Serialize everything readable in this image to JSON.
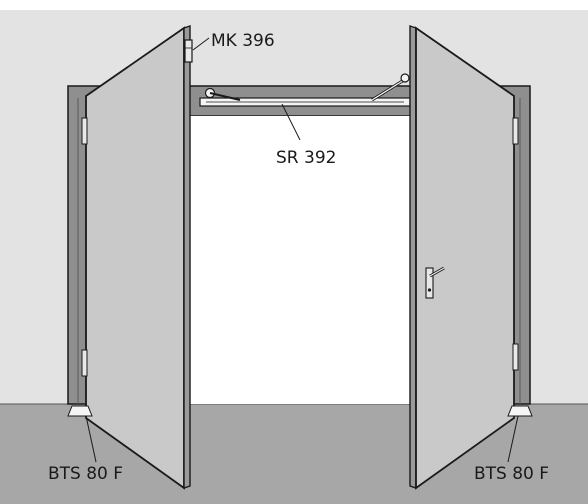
{
  "labels": {
    "door_closer": "MK 396",
    "slide_rail": "SR 392",
    "floor_spring_left": "BTS 80 F",
    "floor_spring_right": "BTS 80 F"
  },
  "colors": {
    "wall": "#e3e3e3",
    "floor": "#a7a7a7",
    "frame": "#8f8f8f",
    "door_leaf": "#c9c9c9",
    "opening_interior": "#ffffff",
    "outline": "#1a1a1a"
  }
}
